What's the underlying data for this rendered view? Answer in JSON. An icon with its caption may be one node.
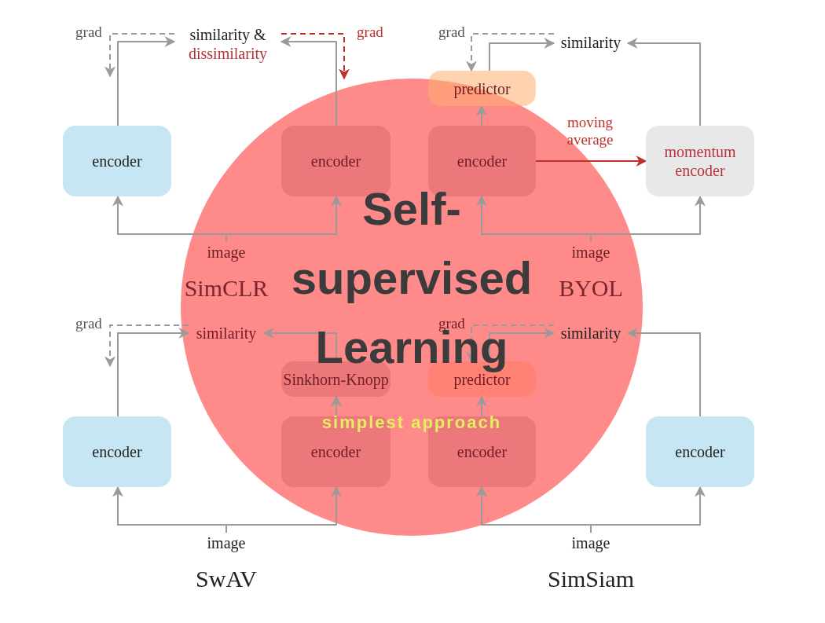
{
  "diagram": {
    "title": "Self-supervised Learning",
    "nodes": [
      {
        "text": [
          "encoder"
        ]
      },
      {
        "text": [
          "encoder"
        ]
      },
      {
        "text": [
          "similarity &",
          "dissimilarity"
        ]
      },
      {
        "text": [
          "image"
        ]
      },
      {
        "text": [
          "predictor"
        ]
      },
      {
        "text": [
          "encoder"
        ]
      },
      {
        "text": [
          "momentum encoder"
        ]
      },
      {
        "text": [
          "similarity"
        ]
      },
      {
        "text": [
          "image"
        ]
      },
      {
        "text": [
          "Sinkhorn-Knopp"
        ]
      },
      {
        "text": [
          "encoder"
        ]
      },
      {
        "text": [
          "encoder"
        ]
      },
      {
        "text": [
          "similarity"
        ]
      },
      {
        "text": [
          "image"
        ]
      },
      {
        "text": [
          "predictor"
        ]
      },
      {
        "text": [
          "encoder"
        ]
      },
      {
        "text": [
          "encoder"
        ]
      },
      {
        "text": [
          "similarity"
        ]
      },
      {
        "text": [
          "image"
        ]
      }
    ],
    "edges": [
      {
        "from": 0,
        "to": 2,
        "arrow": "to"
      },
      {
        "from": 1,
        "to": 2,
        "arrow": "to"
      },
      {
        "from": 3,
        "to": 0,
        "arrow": "to"
      },
      {
        "from": 3,
        "to": 1,
        "arrow": "to"
      },
      {
        "from": 2,
        "to": null,
        "arrow": "to",
        "label": "grad",
        "style": "dashed"
      },
      {
        "from": 2,
        "to": null,
        "arrow": "to",
        "label": "grad",
        "style": "dashed",
        "color": "#c0302b"
      },
      {
        "from": 5,
        "to": 4,
        "arrow": "to"
      },
      {
        "from": 4,
        "to": 7,
        "arrow": "to"
      },
      {
        "from": 6,
        "to": 7,
        "arrow": "to"
      },
      {
        "from": 8,
        "to": 5,
        "arrow": "to"
      },
      {
        "from": 8,
        "to": 6,
        "arrow": "to"
      },
      {
        "from": 5,
        "to": 6,
        "arrow": "to",
        "label": "moving average",
        "color": "#c0302b"
      },
      {
        "from": 7,
        "to": 4,
        "arrow": "to",
        "label": "grad",
        "style": "dashed"
      },
      {
        "from": 10,
        "to": 12,
        "arrow": "to"
      },
      {
        "from": 11,
        "to": 9,
        "arrow": "to"
      },
      {
        "from": 9,
        "to": 12,
        "arrow": "to"
      },
      {
        "from": 13,
        "to": 10,
        "arrow": "to"
      },
      {
        "from": 13,
        "to": 11,
        "arrow": "to"
      },
      {
        "from": 12,
        "to": null,
        "arrow": "to",
        "label": "grad",
        "style": "dashed"
      },
      {
        "from": 15,
        "to": 14,
        "arrow": "to"
      },
      {
        "from": 14,
        "to": 17,
        "arrow": "to"
      },
      {
        "from": 16,
        "to": 17,
        "arrow": "to"
      },
      {
        "from": 18,
        "to": 15,
        "arrow": "to"
      },
      {
        "from": 18,
        "to": 16,
        "arrow": "to"
      },
      {
        "from": 17,
        "to": 14,
        "arrow": "to",
        "label": "grad",
        "style": "dashed"
      }
    ],
    "labels": [
      "SimCLR",
      "BYOL",
      "simplest approach",
      "SwAV",
      "SimSiam"
    ]
  }
}
